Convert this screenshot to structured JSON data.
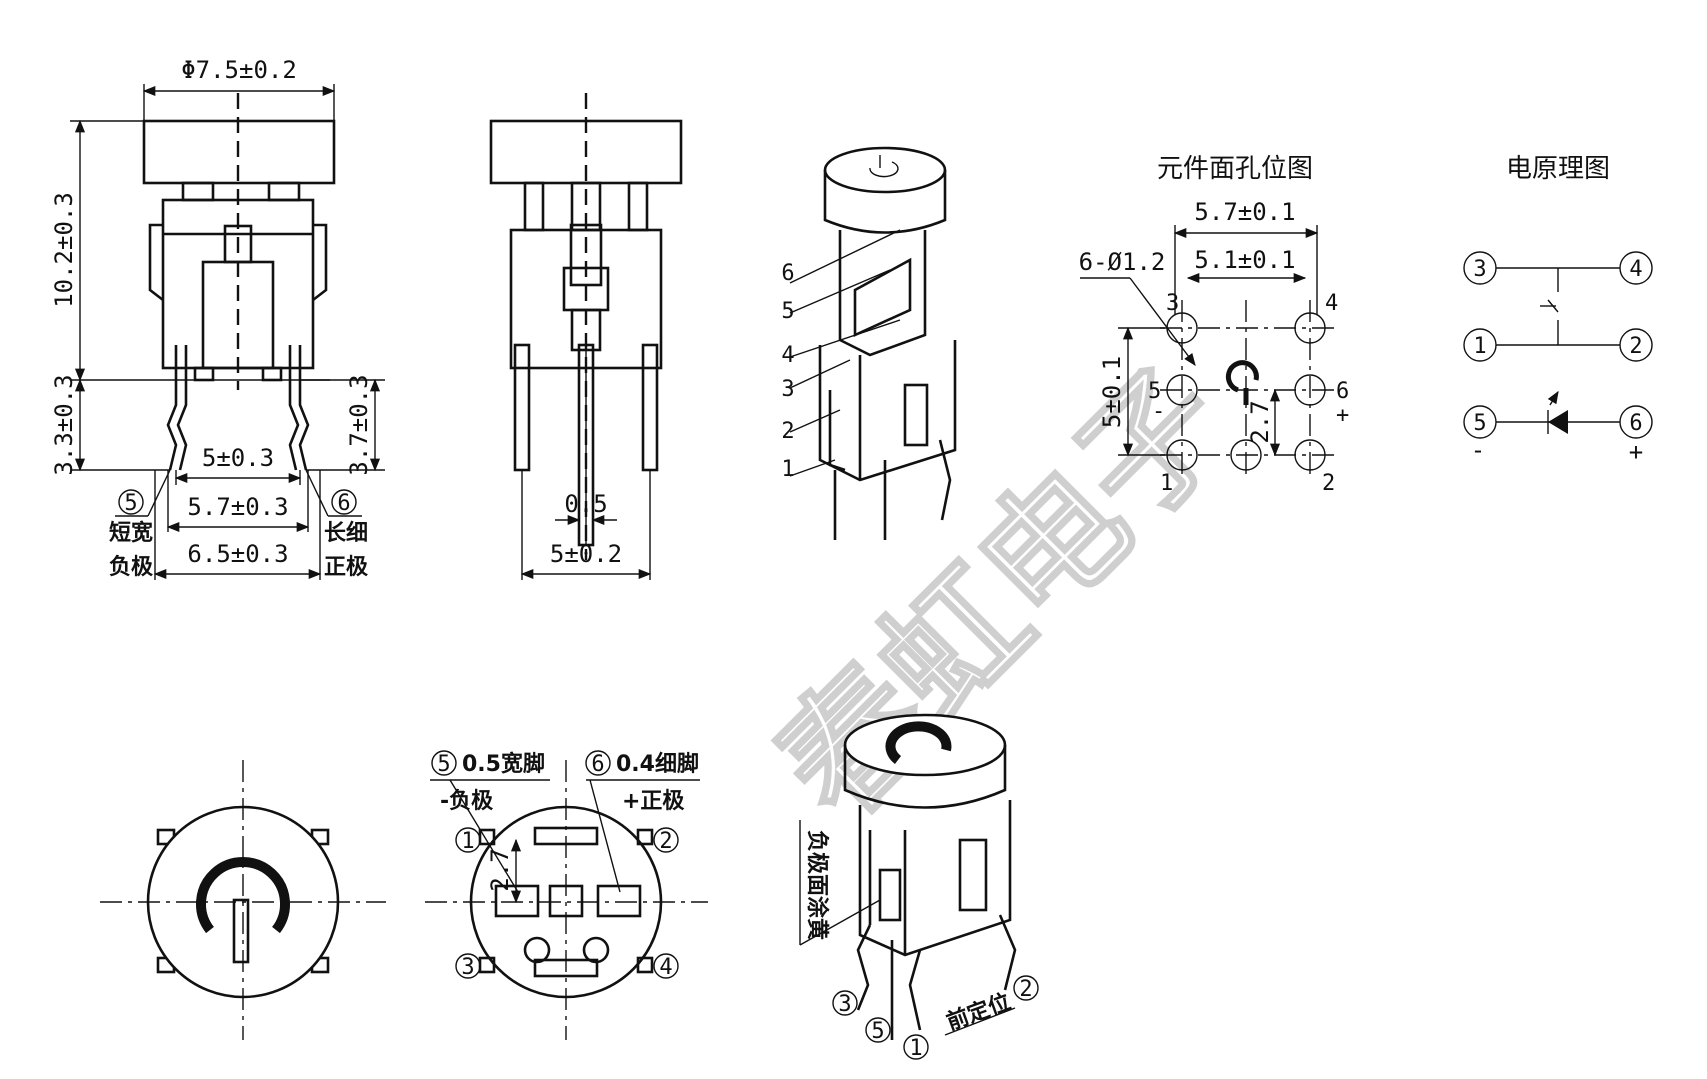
{
  "watermark": "春虹电子",
  "side_view": {
    "dia": "Φ7.5±0.2",
    "height": "10.2±0.3",
    "left_low": "3.3±0.3",
    "right_low": "3.7±0.3",
    "w1": "5±0.3",
    "w2": "5.7±0.3",
    "w3": "6.5±0.3",
    "pin5_num": "5",
    "pin5_l1": "短宽",
    "pin5_l2": "负极",
    "pin6_num": "6",
    "pin6_l1": "长细",
    "pin6_l2": "正极"
  },
  "front_view": {
    "pin_w": "0.5",
    "span": "5±0.2"
  },
  "iso_view": {
    "labels": [
      "6",
      "5",
      "4",
      "3",
      "2",
      "1"
    ]
  },
  "hole_layout": {
    "title": "元件面孔位图",
    "w_outer": "5.7±0.1",
    "w_inner": "5.1±0.1",
    "holes": "6-Ø1.2",
    "vert": "5±0.1",
    "off": "2.7",
    "p1": "1",
    "p2": "2",
    "p3": "3",
    "p4": "4",
    "p5": "5",
    "p6": "6",
    "minus": "-",
    "plus": "+"
  },
  "schematic": {
    "title": "电原理图",
    "n1": "1",
    "n2": "2",
    "n3": "3",
    "n4": "4",
    "n5": "5",
    "n6": "6",
    "minus": "-",
    "plus": "+"
  },
  "bottom_view": {
    "l5": "5",
    "l5_text": "0.5宽脚",
    "l5_sub": "-负极",
    "l6": "6",
    "l6_text": "0.4细脚",
    "l6_sub": "+正极",
    "off": "2.7",
    "n1": "1",
    "n2": "2",
    "n3": "3",
    "n4": "4"
  },
  "iso2": {
    "coat": "负极面涂黄",
    "locate": "前定位",
    "n3": "3",
    "n5": "5",
    "n1": "1",
    "n2": "2"
  }
}
